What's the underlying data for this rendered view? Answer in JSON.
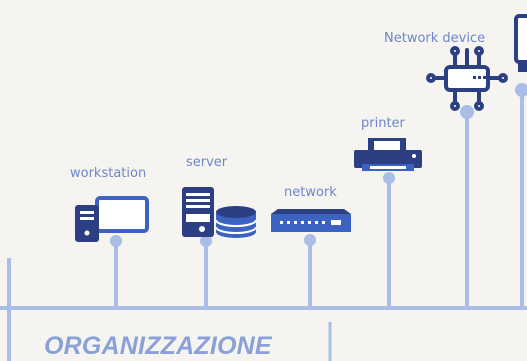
{
  "colors": {
    "background": "#f5f4f1",
    "line": "#a9bde6",
    "icon_dark": "#2c3f82",
    "icon_blue": "#3c62c4",
    "label": "#6f86c8",
    "org_text": "#8aa1d8"
  },
  "devices": [
    {
      "id": "workstation",
      "label": "workstation",
      "icon": "monitor-icon"
    },
    {
      "id": "server",
      "label": "server",
      "icon": "server-icon"
    },
    {
      "id": "network",
      "label": "network",
      "icon": "switch-icon"
    },
    {
      "id": "printer",
      "label": "printer",
      "icon": "printer-icon"
    },
    {
      "id": "network-device",
      "label": "Network device",
      "icon": "network-device-icon"
    },
    {
      "id": "partial-device",
      "label": "",
      "icon": "monitor-icon"
    }
  ],
  "organization": {
    "label": "ORGANIZZAZIONE"
  }
}
